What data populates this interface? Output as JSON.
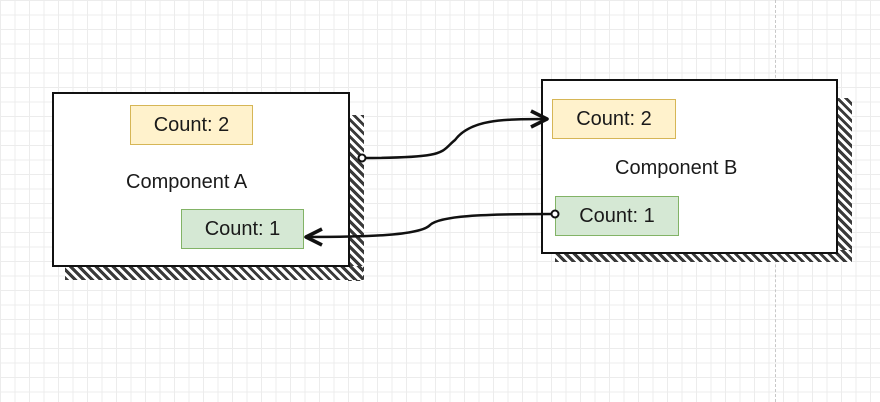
{
  "components": [
    {
      "id": "a",
      "title": "Component A",
      "count_top": "Count: 2",
      "count_bottom": "Count: 1"
    },
    {
      "id": "b",
      "title": "Component B",
      "count_top": "Count: 2",
      "count_bottom": "Count: 1"
    }
  ],
  "colors": {
    "yellow_fill": "#fff2cc",
    "yellow_stroke": "#d6b656",
    "green_fill": "#d5e8d4",
    "green_stroke": "#82b366",
    "hatch": "#3a3a3a"
  }
}
